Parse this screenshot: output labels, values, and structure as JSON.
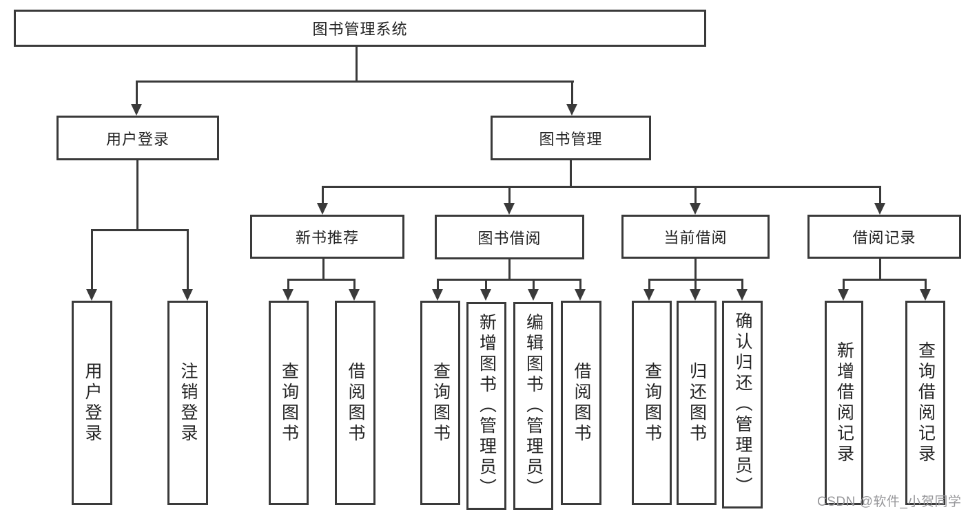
{
  "diagram_title": "图书管理系统",
  "tree": {
    "label": "图书管理系统",
    "children": [
      {
        "label": "用户登录",
        "children": [
          {
            "label": "用户登录"
          },
          {
            "label": "注销登录"
          }
        ]
      },
      {
        "label": "图书管理",
        "children": [
          {
            "label": "新书推荐",
            "children": [
              {
                "label": "查询图书"
              },
              {
                "label": "借阅图书"
              }
            ]
          },
          {
            "label": "图书借阅",
            "children": [
              {
                "label": "查询图书"
              },
              {
                "label": "新增图书（管理员）"
              },
              {
                "label": "编辑图书（管理员）"
              },
              {
                "label": "借阅图书"
              }
            ]
          },
          {
            "label": "当前借阅",
            "children": [
              {
                "label": "查询图书"
              },
              {
                "label": "归还图书"
              },
              {
                "label": "确认归还（管理员）"
              }
            ]
          },
          {
            "label": "借阅记录",
            "children": [
              {
                "label": "新增借阅记录"
              },
              {
                "label": "查询借阅记录"
              }
            ]
          }
        ]
      }
    ]
  },
  "watermark": "CSDN @软件_小贺同学",
  "colors": {
    "line": "#3a3a3a",
    "box_background": "#ffffff",
    "text": "#242424",
    "watermark": "#97979a",
    "page_background": "#ffffff"
  }
}
